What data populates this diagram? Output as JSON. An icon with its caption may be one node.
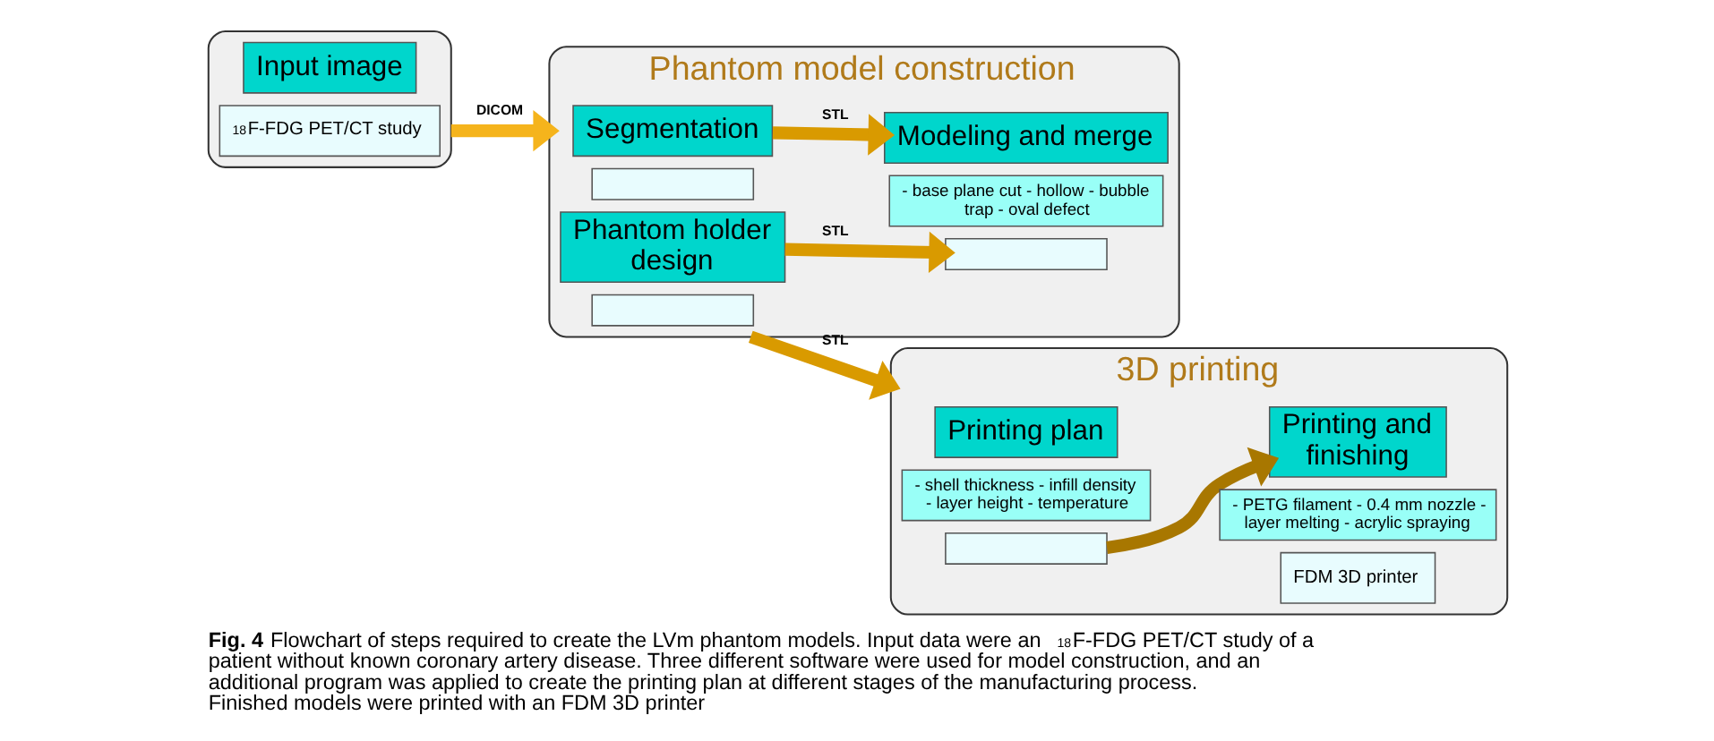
{
  "diagram": {
    "caption": "**Fig. 4** Flowchart of steps required to create the LVm phantom models. Input data were an $^{18}$F-FDG PET/CT study of a patient without known coronary artery disease. Three different software were used for model construction, and an additional program was applied to create the printing plan at different stages of the manufacturing process. Finished models were printed with an FDM 3D printer",
    "nodes": [
      {
        "text": [],
        "shape": "box"
      },
      {
        "text": [
          "Input image"
        ],
        "in": 0
      },
      {
        "text": [
          "$^{18}$F-FDG PET/CT study"
        ],
        "in": 0
      },
      {
        "text": [
          "Phantom model construction"
        ]
      },
      {
        "text": [
          "Segmentation"
        ],
        "in": 3
      },
      {
        "text": [],
        "shape": "box",
        "in": 3
      },
      {
        "text": [
          "Modeling and merge"
        ],
        "in": 3
      },
      {
        "text": [
          "- base plane cut - hollow - bubble trap - oval defect"
        ],
        "in": 3
      },
      {
        "text": [],
        "shape": "box",
        "in": 3
      },
      {
        "text": [
          "Phantom holder design"
        ],
        "in": 3
      },
      {
        "text": [],
        "shape": "box",
        "in": 3
      },
      {
        "text": [
          "3D printing"
        ]
      },
      {
        "text": [
          "Printing plan"
        ],
        "in": 11
      },
      {
        "text": [
          "- shell thickness - infill density - layer height - temperature"
        ],
        "in": 11
      },
      {
        "text": [],
        "shape": "box",
        "in": 11
      },
      {
        "text": [
          "Printing and finishing"
        ],
        "in": 11
      },
      {
        "text": [
          "- PETG filament - 0.4 mm nozzle - layer melting - acrylic spraying"
        ],
        "in": 11
      },
      {
        "text": [
          "FDM 3D printer"
        ],
        "in": 11
      }
    ],
    "edges": [
      {
        "from": 0,
        "to": 3,
        "arrow": "to",
        "label": "DICOM",
        "color": "#f5b41c"
      },
      {
        "from": 4,
        "to": 6,
        "arrow": "to",
        "label": "STL"
      },
      {
        "from": 9,
        "to": 8,
        "arrow": "to",
        "label": "STL"
      },
      {
        "from": 3,
        "to": 11,
        "arrow": "to",
        "label": "STL"
      },
      {
        "from": 14,
        "to": 15,
        "arrow": "to",
        "color": "#a87700"
      }
    ]
  }
}
